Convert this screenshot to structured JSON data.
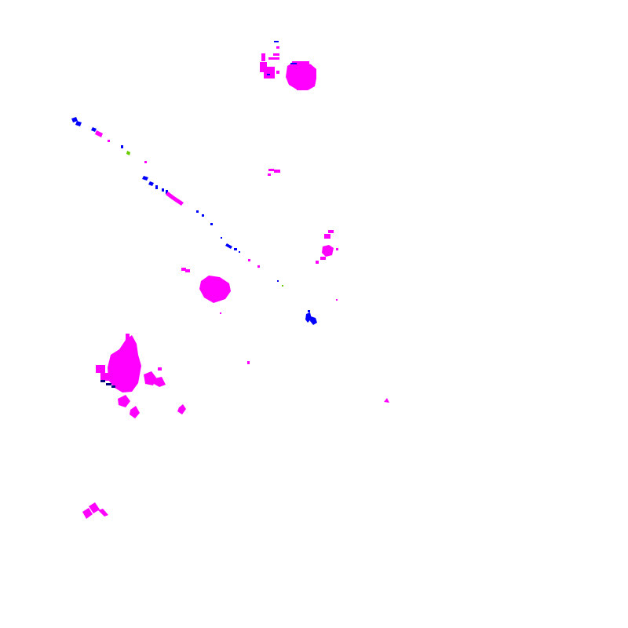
{
  "map": {
    "background": "#ffffff",
    "colors": {
      "magenta": "#ff00ff",
      "blue": "#0000ff",
      "green": "#66cc00",
      "navy": "#000080"
    },
    "features": [
      {
        "name": "patch-north-cluster",
        "color": "magenta"
      },
      {
        "name": "patch-north-small",
        "color": "magenta"
      },
      {
        "name": "marks-north-blue",
        "color": "blue"
      },
      {
        "name": "diagonal-linear-feature",
        "color": "blue"
      },
      {
        "name": "diagonal-magenta-segments",
        "color": "magenta"
      },
      {
        "name": "diagonal-green-segment",
        "color": "green"
      },
      {
        "name": "patch-upper-middle",
        "color": "magenta"
      },
      {
        "name": "patch-east-cluster",
        "color": "magenta"
      },
      {
        "name": "patch-center",
        "color": "magenta"
      },
      {
        "name": "marks-center-east-blue",
        "color": "blue"
      },
      {
        "name": "patch-west-large",
        "color": "magenta"
      },
      {
        "name": "patch-west-outliers",
        "color": "magenta"
      },
      {
        "name": "marks-west-blue",
        "color": "navy"
      },
      {
        "name": "patch-east-small",
        "color": "magenta"
      },
      {
        "name": "patch-southwest",
        "color": "magenta"
      }
    ]
  }
}
